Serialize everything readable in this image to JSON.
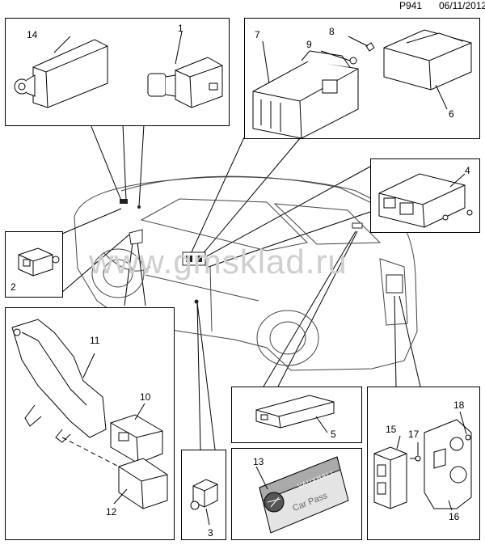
{
  "header": {
    "code": "P941",
    "date": "06/11/2012"
  },
  "watermark": "www.gmsklad.ru",
  "labels": {
    "l1": "1",
    "l2": "2",
    "l3": "3",
    "l4": "4",
    "l5": "5",
    "l6": "6",
    "l7": "7",
    "l8": "8",
    "l9": "9",
    "l10": "10",
    "l11": "11",
    "l12": "12",
    "l13": "13",
    "l14": "14",
    "l15": "15",
    "l16": "16",
    "l17": "17",
    "l18": "18"
  },
  "card": {
    "brand": "VAUXHALL",
    "text": "Car Pass"
  }
}
